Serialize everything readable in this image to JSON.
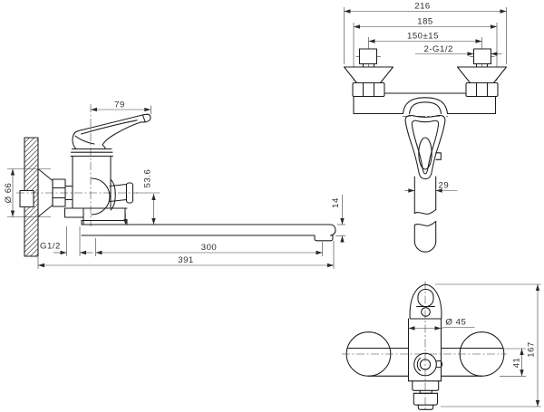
{
  "drawing": {
    "colors": {
      "background": "#ffffff",
      "outline": "#1c1c1c",
      "dimension": "#3a3a3a"
    },
    "views": {
      "side": {
        "dims": {
          "handle_length": "79",
          "flange_diameter": "Ø 66",
          "knob_axis_to_spout": "53.6",
          "wall_thread": "G1/2",
          "spout_reach": "300",
          "overall_reach": "391",
          "spout_tube_height": "14"
        }
      },
      "plan": {
        "dims": {
          "overall_width": "216",
          "across_nuts": "185",
          "hole_centres": "150±15",
          "inlet_connections": "2-G1/2",
          "spout_width": "29"
        }
      },
      "front": {
        "dims": {
          "body_diameter": "Ø 45",
          "overall_height": "167",
          "bracket_height": "41"
        }
      }
    }
  }
}
